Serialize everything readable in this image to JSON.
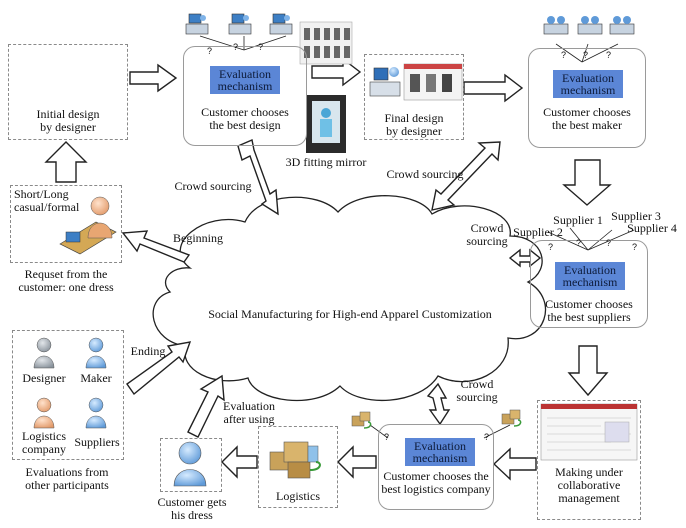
{
  "nodes": {
    "initial_design": "Initial design\nby designer",
    "request": "Requset from the\ncustomer: one dress",
    "request_note": "Short/Long\ncasual/formal",
    "customer_best_design": "Customer chooses\nthe best design",
    "final_design": "Final design\nby designer",
    "fitting_mirror": "3D fitting mirror",
    "customer_best_maker": "Customer chooses\nthe best maker",
    "customer_best_suppliers": "Customer chooses\nthe best suppliers",
    "making": "Making under\ncollaborative\nmanagement",
    "customer_best_logistics": "Customer chooses the\nbest logistics company",
    "logistics": "Logistics",
    "customer_gets": "Customer gets\nhis dress",
    "evaluations": "Evaluations from\nother participants",
    "cloud": "Social Manufacturing for High-end Apparel Customization"
  },
  "evaluation_label": "Evaluation\nmechanism",
  "participants": {
    "designer": "Designer",
    "maker": "Maker",
    "logistics": "Logistics\ncompany",
    "suppliers": "Suppliers"
  },
  "suppliers": {
    "s1": "Supplier 1",
    "s2": "Supplier 2",
    "s3": "Supplier 3",
    "s4": "Supplier 4"
  },
  "edges": {
    "crowd_sourcing": "Crowd sourcing",
    "crowd_sourcing_2": "Crowd sourcing",
    "crowd_sourcing_3": "Crowd\nsourcing",
    "crowd_sourcing_4": "Crowd\nsourcing",
    "beginning": "Beginning",
    "ending": "Ending",
    "evaluation_after": "Evaluation\nafter using"
  },
  "question_mark": "?",
  "colors": {
    "evaluation_box": "#5b86d6",
    "box_border": "#9a9a9a",
    "person_blue": "#7fb3e8",
    "person_gray": "#9aa3ad",
    "person_peach": "#f2b78f",
    "logistics_box": "#c9a25a"
  }
}
